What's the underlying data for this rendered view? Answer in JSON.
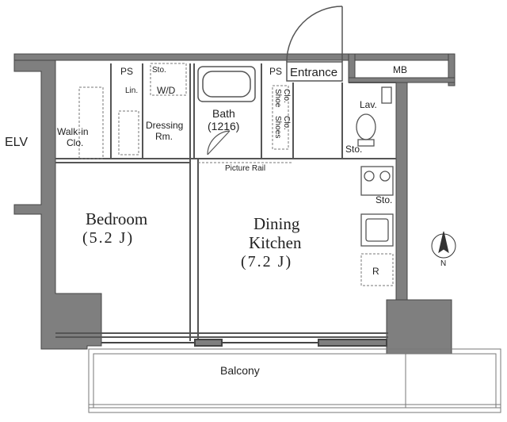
{
  "labels": {
    "elv": "ELV",
    "mb": "MB",
    "entrance": "Entrance",
    "ps_left": "PS",
    "ps_right": "PS",
    "sto_top": "Sto.",
    "wd": "W/D",
    "lin": "Lin.",
    "bath": "Bath",
    "bath_size": "(1216)",
    "dressing_1": "Dressing",
    "dressing_2": "Rm.",
    "walkin_1": "Walk-in",
    "walkin_2": "Clo.",
    "shoe_1": "Shoe",
    "shoe_2": "Clo.",
    "shoes_1": "Shoes",
    "shoes_2": "Clo.",
    "lav": "Lav.",
    "sto_wc": "Sto.",
    "sto_kitchen": "Sto.",
    "r": "R",
    "picture_rail": "Picture Rail",
    "bedroom": "Bedroom",
    "bedroom_size": "(5.2 J)",
    "dining_1": "Dining",
    "dining_2": "Kitchen",
    "dk_size": "(7.2 J)",
    "balcony": "Balcony",
    "north": "N"
  },
  "colors": {
    "wall": "#7f7f7f",
    "line": "#555555",
    "dashed": "#777777"
  },
  "icons": [
    "north-arrow-icon",
    "bathtub-icon",
    "toilet-icon",
    "sink-icon",
    "stove-icon"
  ]
}
